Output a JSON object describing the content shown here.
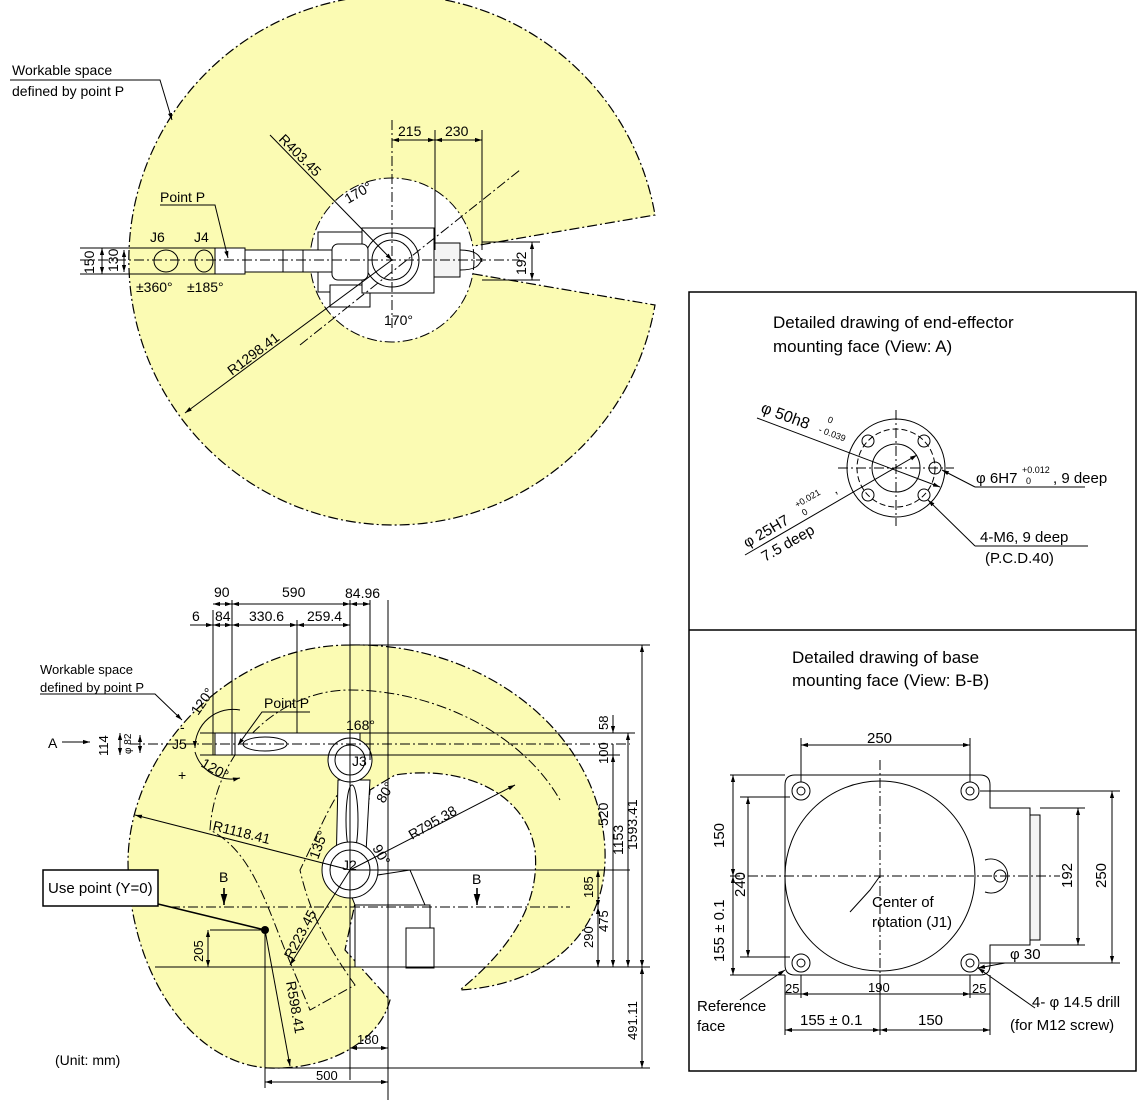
{
  "top_view": {
    "workable_line1": "Workable space",
    "workable_line2": "defined by point P",
    "point_p": "Point P",
    "j6": "J6",
    "j4": "J4",
    "r403": "R403.45",
    "r1298": "R1298.41",
    "a170_top": "170°",
    "a170_bot": "170°",
    "d215": "215",
    "d230": "230",
    "d150": "150",
    "d130": "130",
    "d192": "192",
    "j6_range": "±360°",
    "j4_range": "±185°"
  },
  "side_view": {
    "workable_line1": "Workable space",
    "workable_line2": "defined by point P",
    "point_p": "Point P",
    "arrow_a": "A",
    "j5": "J5",
    "j3": "J3",
    "j2": "J2",
    "d90": "90",
    "d590": "590",
    "d84_96": "84.96",
    "d6": "6",
    "d84": "84",
    "d330_6": "330.6",
    "d259_4": "259.4",
    "d114": "114",
    "d82": "φ 82",
    "a120_top": "120°",
    "a120_bot": "120°",
    "a168": "168°",
    "a80": "80°",
    "a135": "135°",
    "a90": "90°",
    "r1118": "R1118.41",
    "r795": "R795.38",
    "r223": "R223.45",
    "r598": "R598.41",
    "use_point": "Use point (Y=0)",
    "b_left": "B",
    "b_right": "B",
    "d58": "58",
    "d100": "100",
    "d520": "520",
    "d1153": "1153",
    "d1593": "1593.41",
    "d185": "185",
    "d290": "290",
    "d475": "475",
    "d205": "205",
    "d491": "491.11",
    "d180": "180",
    "d500": "500",
    "plus": "+",
    "minus": "-",
    "unit": "(Unit: mm)"
  },
  "end_effector": {
    "title1": "Detailed drawing of end-effector",
    "title2": "mounting face (View: A)",
    "phi50": "φ 50h8",
    "phi50_tol_up": "0",
    "phi50_tol_low": "- 0.039",
    "phi6": "φ 6H7",
    "phi6_tol_up": "+0.012",
    "phi6_tol_low": "0",
    "phi6_tail": ", 9 deep",
    "phi25": "φ 25H7",
    "phi25_tol_up": "+0.021",
    "phi25_tol_low": "0",
    "phi25_tail": ",",
    "phi25_depth": "7.5 deep",
    "m6": "4-M6, 9 deep",
    "pcd": "(P.C.D.40)"
  },
  "base_mount": {
    "title1": "Detailed drawing of base",
    "title2": "mounting face (View: B-B)",
    "d250_top": "250",
    "d150": "150",
    "d240": "240",
    "d155_left": "155 ± 0.1",
    "d192": "192",
    "d250_right": "250",
    "center1": "Center of",
    "center2": "rotation (J1)",
    "phi30": "φ 30",
    "d25_left": "25",
    "d190": "190",
    "d25_right": "25",
    "ref1": "Reference",
    "ref2": "face",
    "d155_bottom": "155 ± 0.1",
    "d150_bottom": "150",
    "drill": "4- φ 14.5 drill",
    "screw": "(for M12 screw)"
  },
  "colors": {
    "workspace": "#fbfbb3",
    "line": "#000000"
  }
}
